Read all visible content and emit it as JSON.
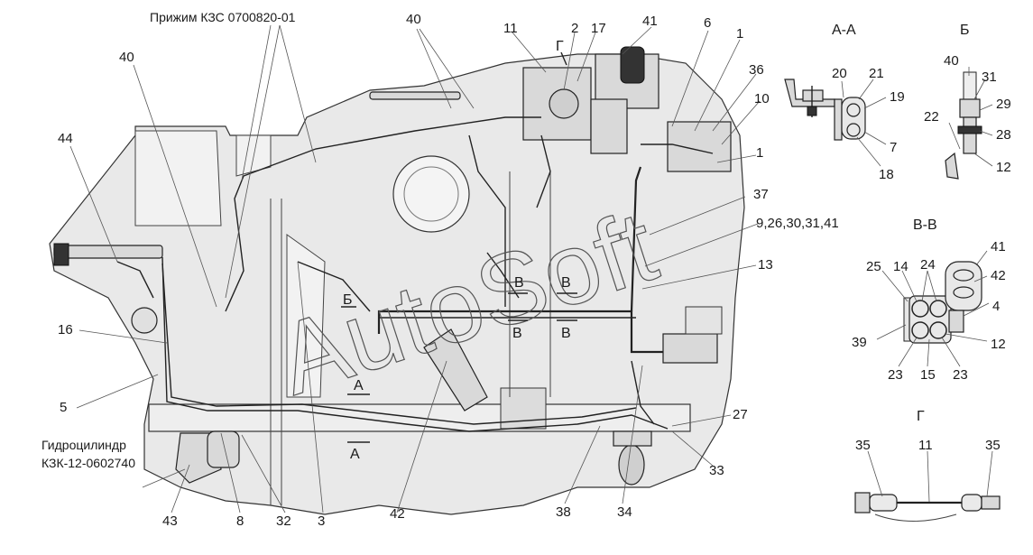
{
  "watermark": "AutoSoft",
  "notes": {
    "clamp": "Прижим КЗС 0700820-01",
    "cylinder_line1": "Гидроцилиндр",
    "cylinder_line2": "КЗК-12-0602740"
  },
  "sections": {
    "aa": "А-А",
    "b": "Б",
    "vv": "В-В",
    "g": "Г"
  },
  "markers": {
    "a": "А",
    "b": "Б",
    "v": "В",
    "g": "Г"
  },
  "callouts": {
    "c40a": "40",
    "c40b": "40",
    "c11": "11",
    "c2": "2",
    "c17": "17",
    "c41": "41",
    "c6": "6",
    "c1a": "1",
    "c36": "36",
    "c10": "10",
    "c1b": "1",
    "c44": "44",
    "c37": "37",
    "c9group": "9,26,30,31,41",
    "c13": "13",
    "c16": "16",
    "c5": "5",
    "c27": "27",
    "c33": "33",
    "c43": "43",
    "c8": "8",
    "c32": "32",
    "c3": "3",
    "c42": "42",
    "c38": "38",
    "c34": "34",
    "aa20": "20",
    "aa21": "21",
    "aa19": "19",
    "aa7": "7",
    "aa18": "18",
    "b40": "40",
    "b31": "31",
    "b22": "22",
    "b29": "29",
    "b28": "28",
    "b12": "12",
    "vv41": "41",
    "vv25": "25",
    "vv14": "14",
    "vv24": "24",
    "vv42": "42",
    "vv4": "4",
    "vv39": "39",
    "vv12": "12",
    "vv23a": "23",
    "vv15": "15",
    "vv23b": "23",
    "g35a": "35",
    "g11": "11",
    "g35b": "35"
  }
}
